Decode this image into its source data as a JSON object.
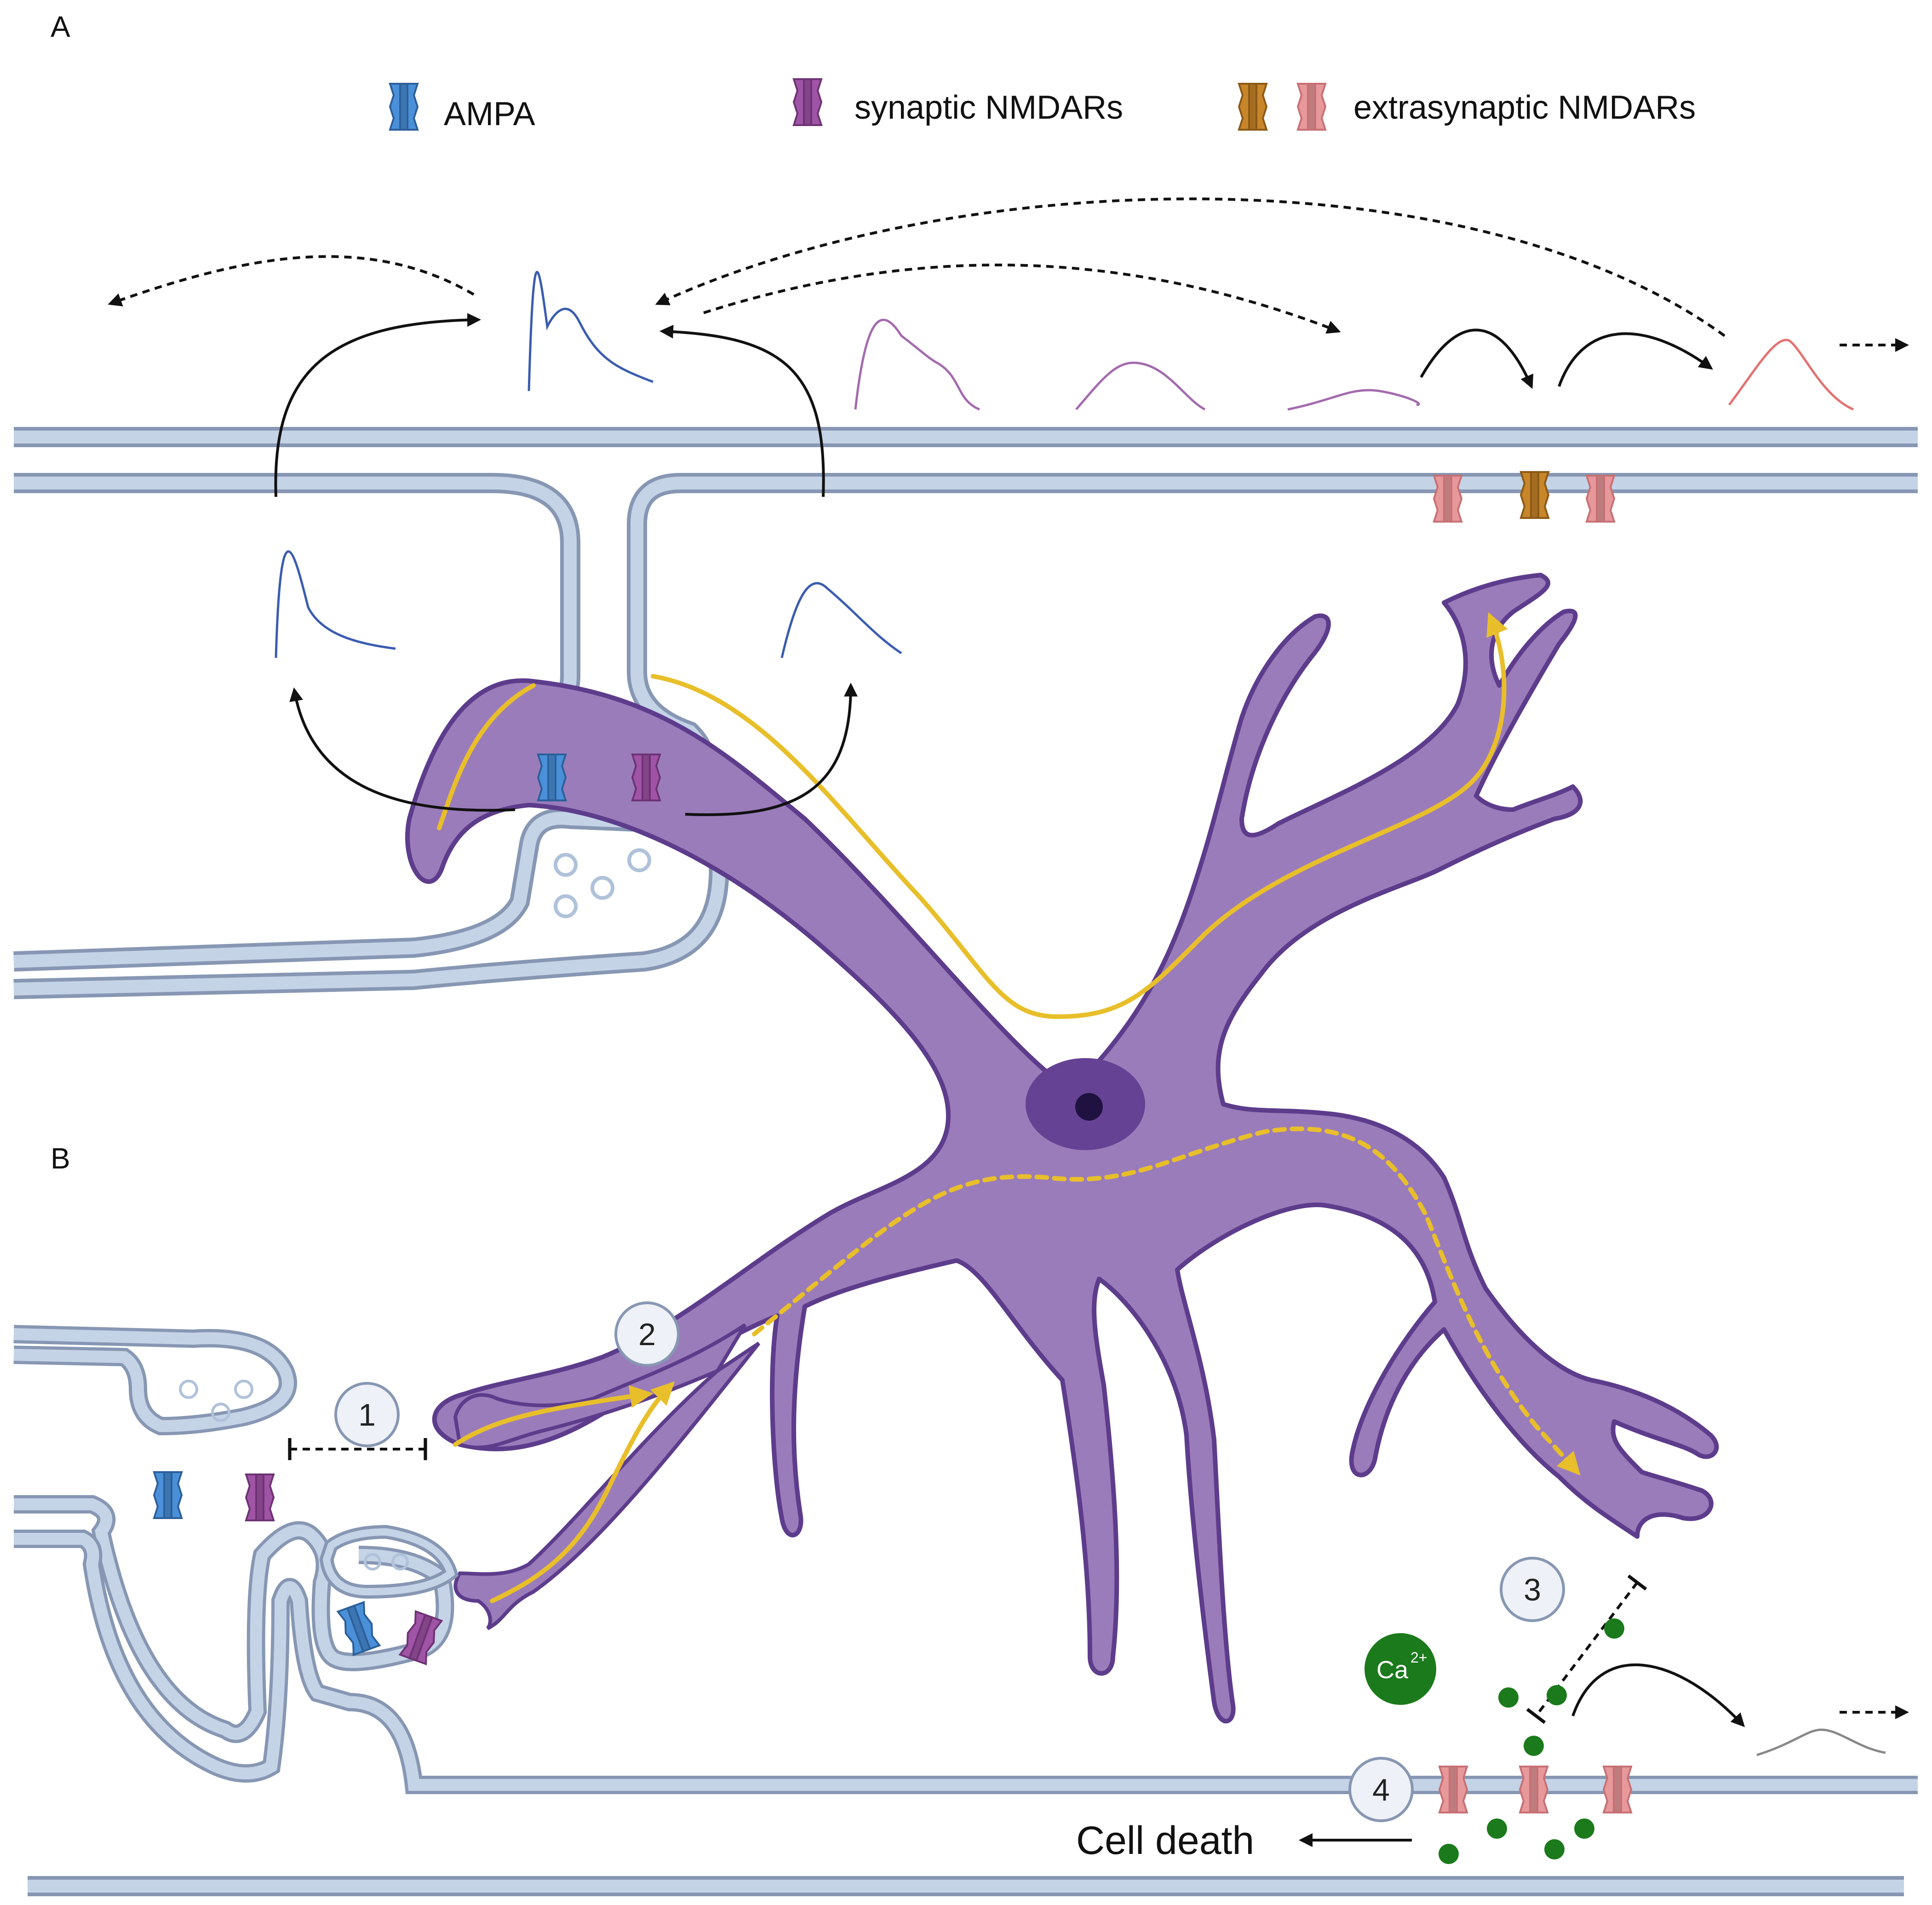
{
  "panels": {
    "a_label": "A",
    "b_label": "B"
  },
  "legend": {
    "ampa": "AMPA",
    "synaptic": "synaptic NMDARs",
    "extrasynaptic": "extrasynaptic NMDARs"
  },
  "steps": [
    "1",
    "2",
    "3",
    "4"
  ],
  "calcium": {
    "symbol": "Ca",
    "charge": "2+"
  },
  "outcome": "Cell death",
  "colors": {
    "membrane_fill": "#c4d3e6",
    "membrane_line": "#8797b3",
    "neuron_fill": "#9a7cba",
    "neuron_outline": "#5d3c8c",
    "nucleus": "#654294",
    "nucleolus": "#1f1240",
    "pathway": "#e8bf2a",
    "ampa": "#4a90d9",
    "synaptic_nmdar": "#a054a6",
    "extrasynaptic_gold": "#c8862a",
    "extrasynaptic_pink": "#e7989a",
    "calcium": "#1b7a1b",
    "wave_blue": "#3a5cb0",
    "wave_purple": "#a36bae",
    "wave_red": "#e27272",
    "wave_grey": "#888888"
  }
}
